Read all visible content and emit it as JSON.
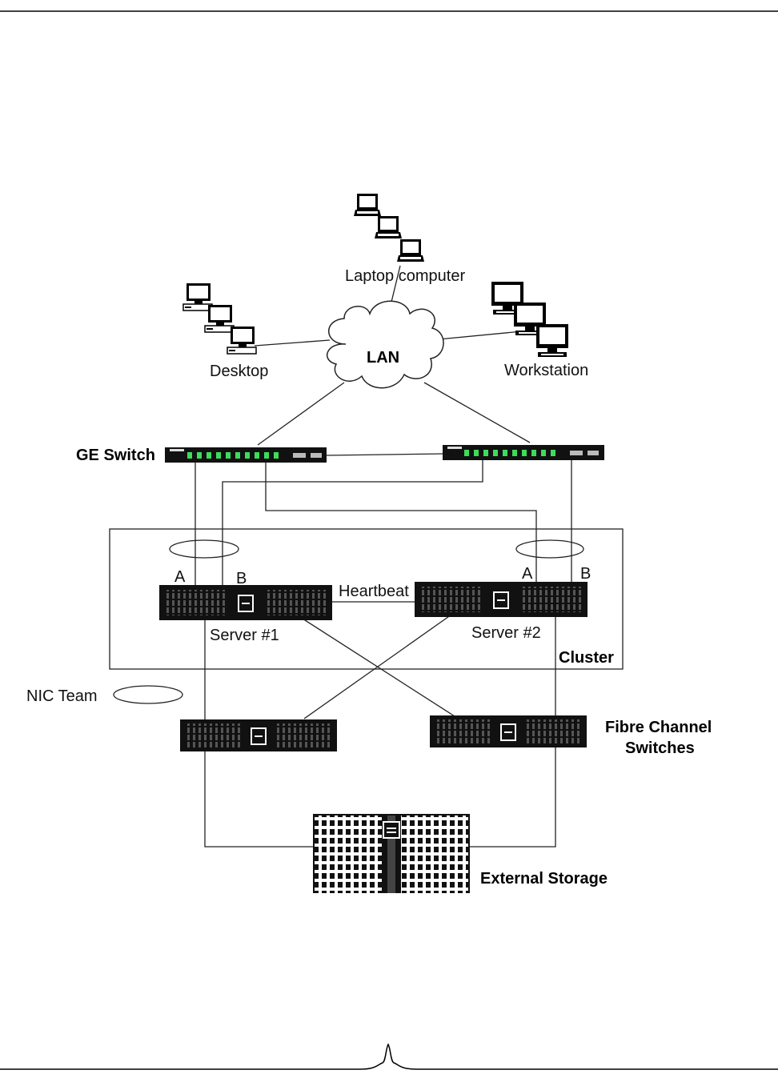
{
  "labels": {
    "laptop": "Laptop computer",
    "desktop": "Desktop",
    "workstation": "Workstation",
    "lan": "LAN",
    "ge_switch": "GE Switch",
    "port_a1": "A",
    "port_b1": "B",
    "port_a2": "A",
    "port_b2": "B",
    "heartbeat": "Heartbeat",
    "server1": "Server #1",
    "server2": "Server #2",
    "cluster": "Cluster",
    "nic_team": "NIC Team",
    "fc_switches_line1": "Fibre Channel",
    "fc_switches_line2": "Switches",
    "external_storage": "External Storage"
  },
  "colors": {
    "line": "#222222",
    "device_body": "#111111",
    "switch_port_led": "#3ddc5a"
  }
}
